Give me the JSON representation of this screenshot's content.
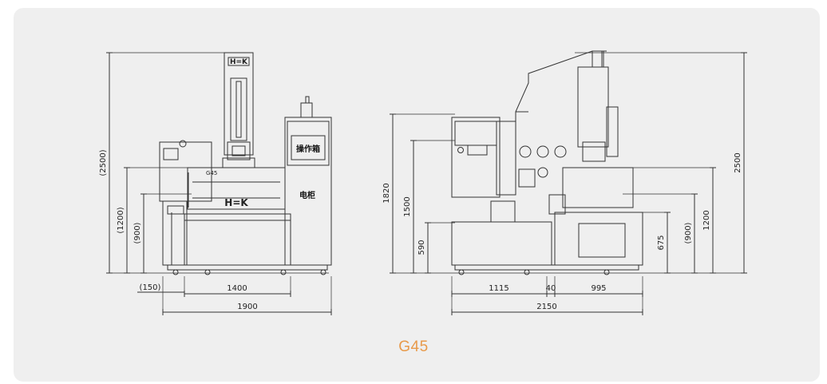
{
  "caption": "G45",
  "colors": {
    "accent": "#e89a4a",
    "background": "#efefef",
    "line": "#333333"
  },
  "front_view": {
    "logo_top": "H=K",
    "logo_panel": "H=K",
    "model_badge": "G45",
    "control_box_label": "操作箱",
    "cabinet_label": "电柜",
    "dimensions": {
      "height_total": "(2500)",
      "height_1200": "(1200)",
      "height_900": "(900)",
      "offset_150": "(150)",
      "width_1400": "1400",
      "width_1900": "1900"
    }
  },
  "side_view": {
    "dimensions": {
      "height_1820": "1820",
      "height_1500": "1500",
      "height_590": "590",
      "height_675": "675",
      "height_900": "(900)",
      "height_1200": "1200",
      "height_2500": "2500",
      "width_1115": "1115",
      "width_40": "40",
      "width_995": "995",
      "width_2150": "2150"
    }
  }
}
